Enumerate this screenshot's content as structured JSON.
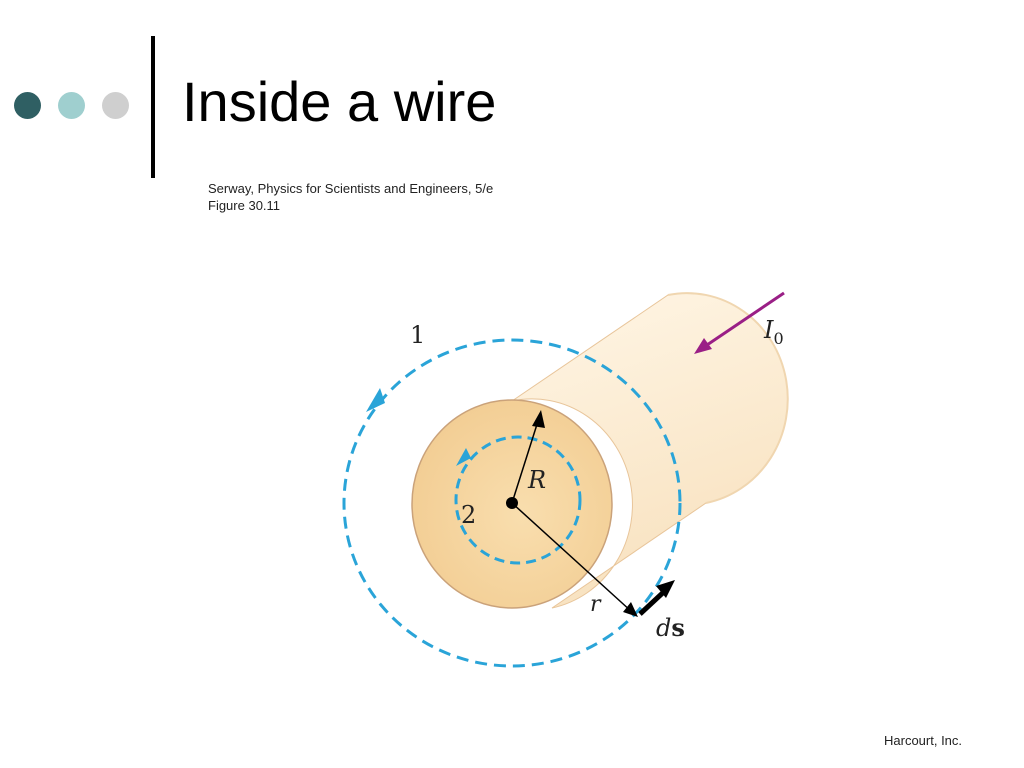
{
  "slide": {
    "title": "Inside a wire",
    "caption_line1": "Serway, Physics for Scientists and Engineers, 5/e",
    "caption_line2": "Figure 30.11",
    "credit": "Harcourt, Inc."
  },
  "bullets": {
    "colors": [
      "#2f5f63",
      "#9fcfcf",
      "#cfcfcf"
    ]
  },
  "diagram": {
    "labels": {
      "loop_1": "1",
      "loop_2": "2",
      "radius": "R",
      "r": "r",
      "ds_d": "d",
      "ds_s": "s",
      "current_I": "I",
      "current_sub": "0"
    },
    "colors": {
      "wire_face": "#f6d7a4",
      "wire_body": "#fbe9cc",
      "loop": "#2aa4d8",
      "current_arrow": "#9a1f86",
      "vectors": "#000000"
    }
  }
}
